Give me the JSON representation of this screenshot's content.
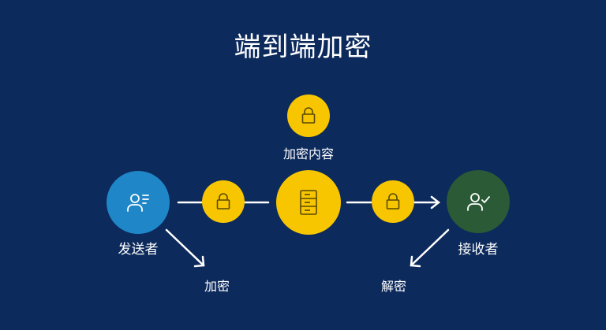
{
  "title": "端到端加密",
  "nodes": {
    "sender_label": "发送者",
    "receiver_label": "接收者",
    "encrypted_content_label": "加密内容",
    "encrypt_label": "加密",
    "decrypt_label": "解密"
  },
  "colors": {
    "background": "#0c2a5c",
    "lock_circle": "#f7c600",
    "sender_circle": "#1f86c8",
    "receiver_circle": "#2a5a36",
    "line": "#ffffff"
  },
  "icons": {
    "sender": "user-list-icon",
    "receiver": "user-check-icon",
    "lock": "lock-icon",
    "server": "server-icon"
  }
}
